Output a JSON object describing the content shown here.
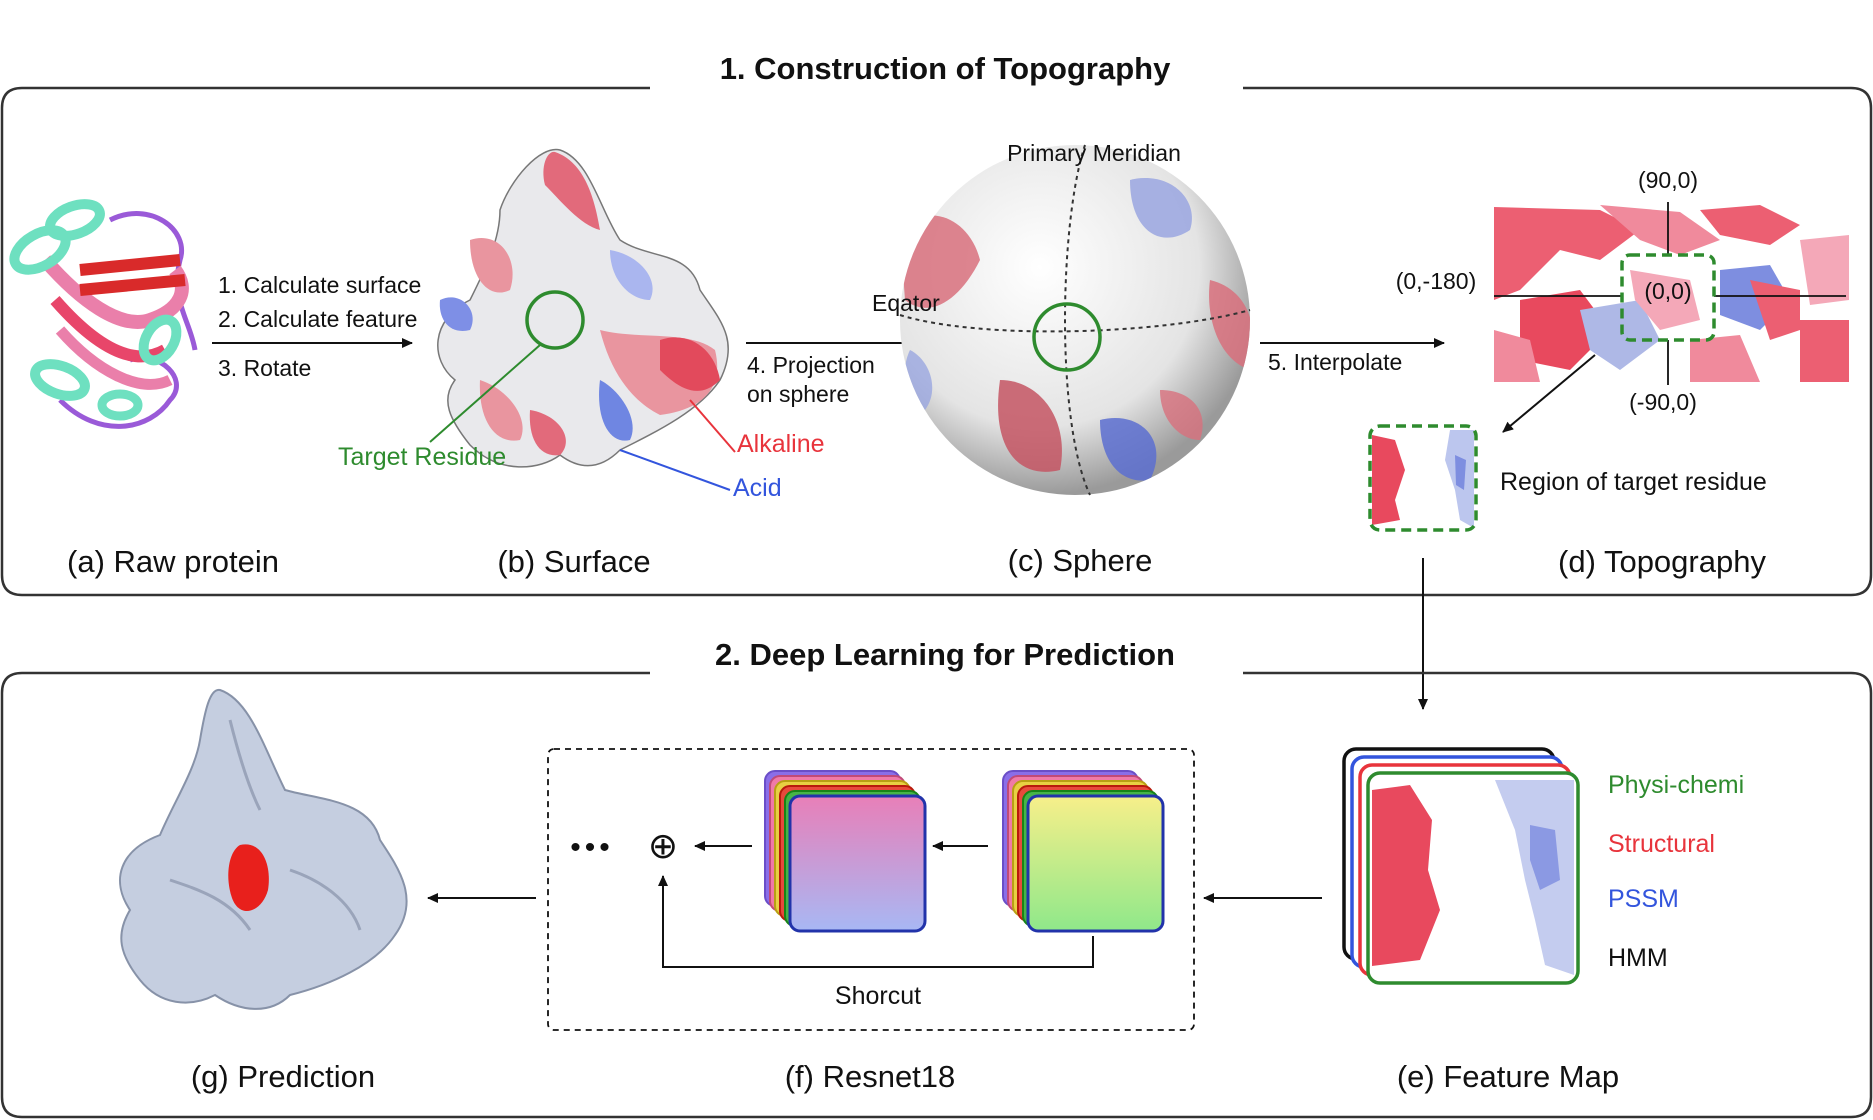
{
  "section1": {
    "title": "1. Construction of Topography",
    "captions": {
      "a": "(a) Raw protein",
      "b": "(b) Surface",
      "c": "(c) Sphere",
      "d": "(d) Topography"
    },
    "steps": {
      "s1": "1. Calculate surface",
      "s2": "2. Calculate feature",
      "s3": "3. Rotate",
      "s4a": "4. Projection",
      "s4b": "on sphere",
      "s5": "5. Interpolate"
    },
    "surface_labels": {
      "target": "Target Residue",
      "alkaline": "Alkaline",
      "acid": "Acid"
    },
    "sphere_labels": {
      "meridian": "Primary Meridian",
      "equator": "Eqator"
    },
    "topo_labels": {
      "top": "(90,0)",
      "left": "(0,-180)",
      "center": "(0,0)",
      "bottom": "(-90,0)",
      "region": "Region of target residue"
    }
  },
  "section2": {
    "title": "2. Deep Learning for Prediction",
    "captions": {
      "e": "(e) Feature Map",
      "f": "(f) Resnet18",
      "g": "(g) Prediction"
    },
    "feature_legend": [
      {
        "label": "Physi-chemi",
        "color": "#2e8b2e"
      },
      {
        "label": "Structural",
        "color": "#e8343c"
      },
      {
        "label": "PSSM",
        "color": "#3355dd"
      },
      {
        "label": "HMM",
        "color": "#111111"
      }
    ],
    "shortcut": "Shorcut",
    "ellipsis": "•••",
    "plus_symbol": "⊕"
  },
  "colors": {
    "alkaline": "#e8343c",
    "acid": "#3355dd",
    "target": "#2e8b2e",
    "frame": "#333333"
  }
}
